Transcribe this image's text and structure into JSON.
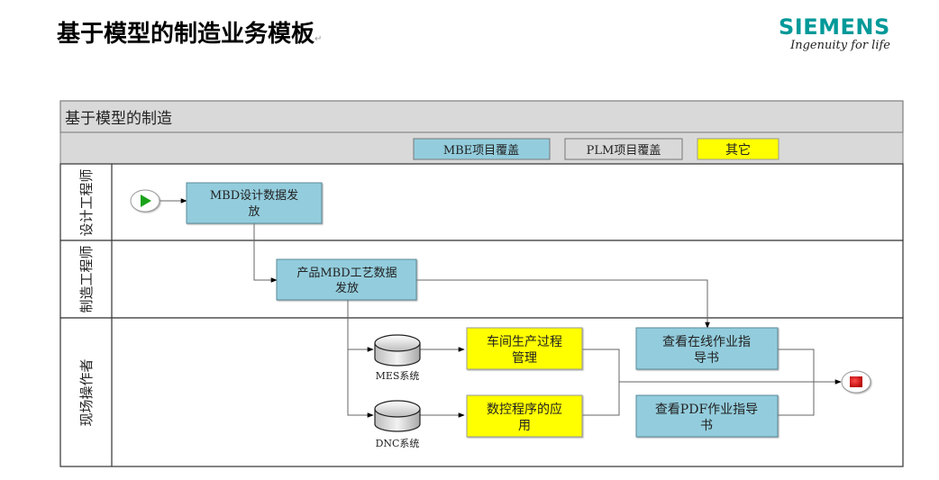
{
  "header": {
    "title": "基于模型的制造业务模板",
    "logo_name": "SIEMENS",
    "logo_tagline": "Ingenuity for life"
  },
  "diagram": {
    "pool_title": "基于模型的制造",
    "legend": [
      {
        "label": "MBE项目覆盖",
        "color": "#93cddd"
      },
      {
        "label": "PLM项目覆盖",
        "color": "#d9d9d9"
      },
      {
        "label": "其它",
        "color": "#ffff00"
      }
    ],
    "lanes": [
      {
        "label": "设计工程师"
      },
      {
        "label": "制造工程师"
      },
      {
        "label": "现场操作者"
      }
    ],
    "nodes": {
      "mbd_release": {
        "line1": "MBD设计数据发",
        "line2": "放"
      },
      "product_mbd": {
        "line1": "产品MBD工艺数据",
        "line2": "发放"
      },
      "workshop": {
        "line1": "车间生产过程",
        "line2": "管理"
      },
      "nc_program": {
        "line1": "数控程序的应",
        "line2": "用"
      },
      "online_guide": {
        "line1": "查看在线作业指",
        "line2": "导书"
      },
      "pdf_guide": {
        "line1": "查看PDF作业指导",
        "line2": "书"
      },
      "mes": {
        "label": "MES系统"
      },
      "dnc": {
        "label": "DNC系统"
      }
    },
    "colors": {
      "mbe": "#93cddd",
      "other": "#ffff00",
      "header_bg": "#d9d9d9",
      "start": "#1aa31a",
      "end": "#cc1111"
    }
  }
}
